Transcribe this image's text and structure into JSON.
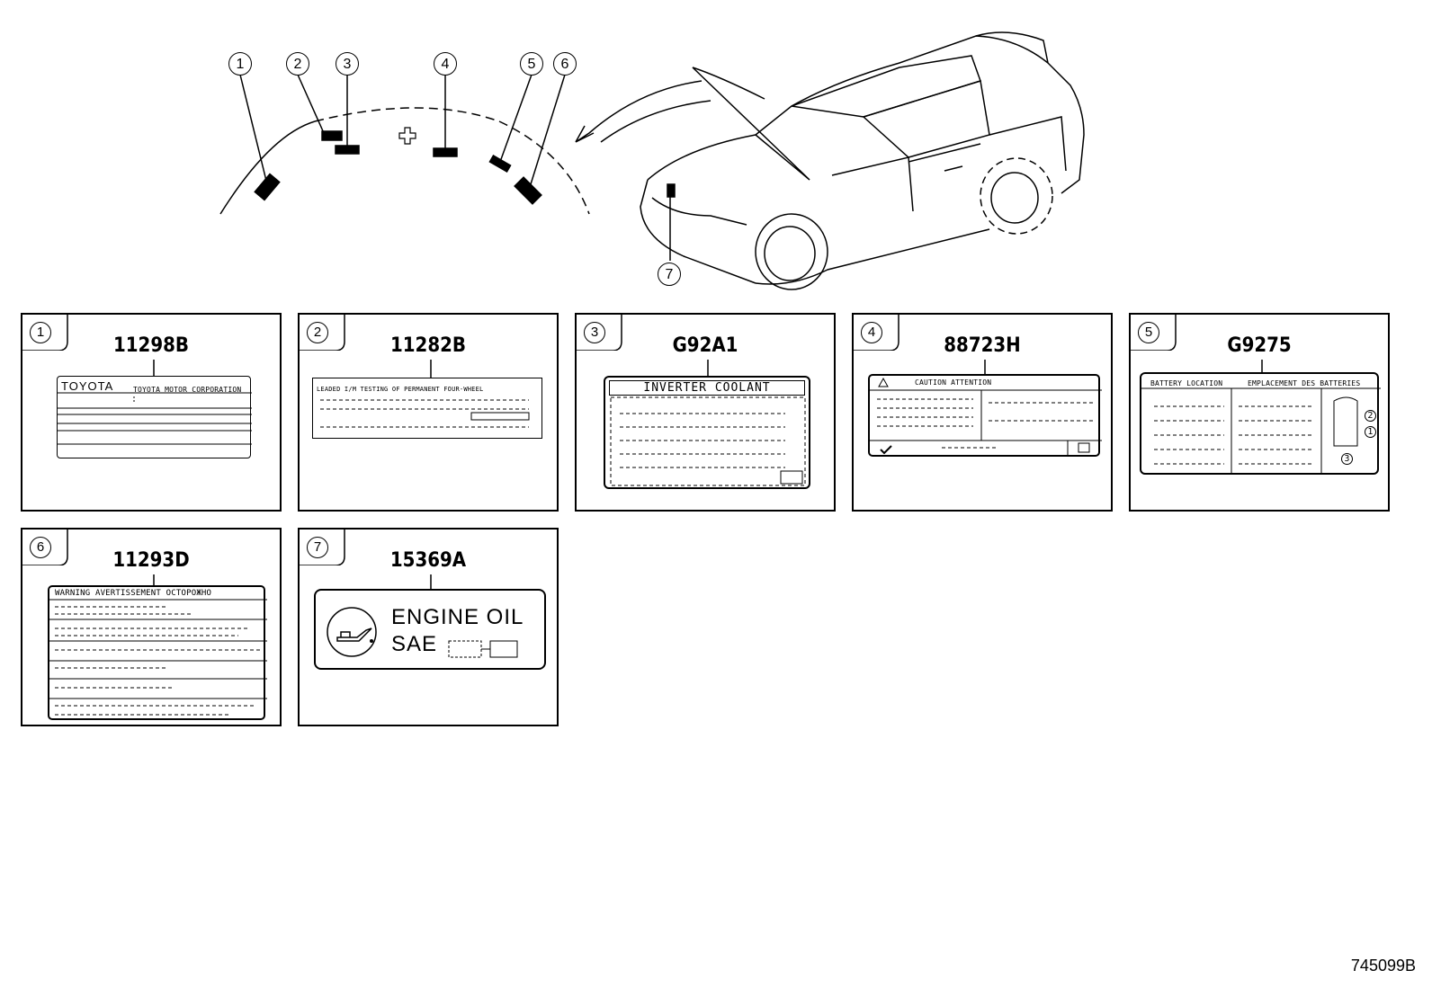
{
  "overview": {
    "callouts": [
      "1",
      "2",
      "3",
      "4",
      "5",
      "6",
      "7"
    ]
  },
  "panels": [
    {
      "num": "1",
      "code": "11298B",
      "label": {
        "brand": "TOYOTA",
        "line1": "TOYOTA MOTOR CORPORATION"
      }
    },
    {
      "num": "2",
      "code": "11282B",
      "label": {
        "line1": "LEADED  I/M TESTING  OF  PERMANENT  FOUR-WHEEL"
      }
    },
    {
      "num": "3",
      "code": "G92A1",
      "label": {
        "title": "INVERTER COOLANT"
      }
    },
    {
      "num": "4",
      "code": "88723H",
      "label": {
        "title": "CAUTION  ATTENTION"
      }
    },
    {
      "num": "5",
      "code": "G9275",
      "label": {
        "left_title": "BATTERY LOCATION",
        "right_title": "EMPLACEMENT DES BATTERIES",
        "mini": [
          "2",
          "1",
          "3"
        ]
      }
    },
    {
      "num": "6",
      "code": "11293D",
      "label": {
        "title": "WARNING  AVERTISSEMENT  OCTOPOЖНО"
      }
    },
    {
      "num": "7",
      "code": "15369A",
      "label": {
        "line1": "ENGINE  OIL",
        "line2": "SAE"
      }
    }
  ],
  "doc_id": "745099B"
}
